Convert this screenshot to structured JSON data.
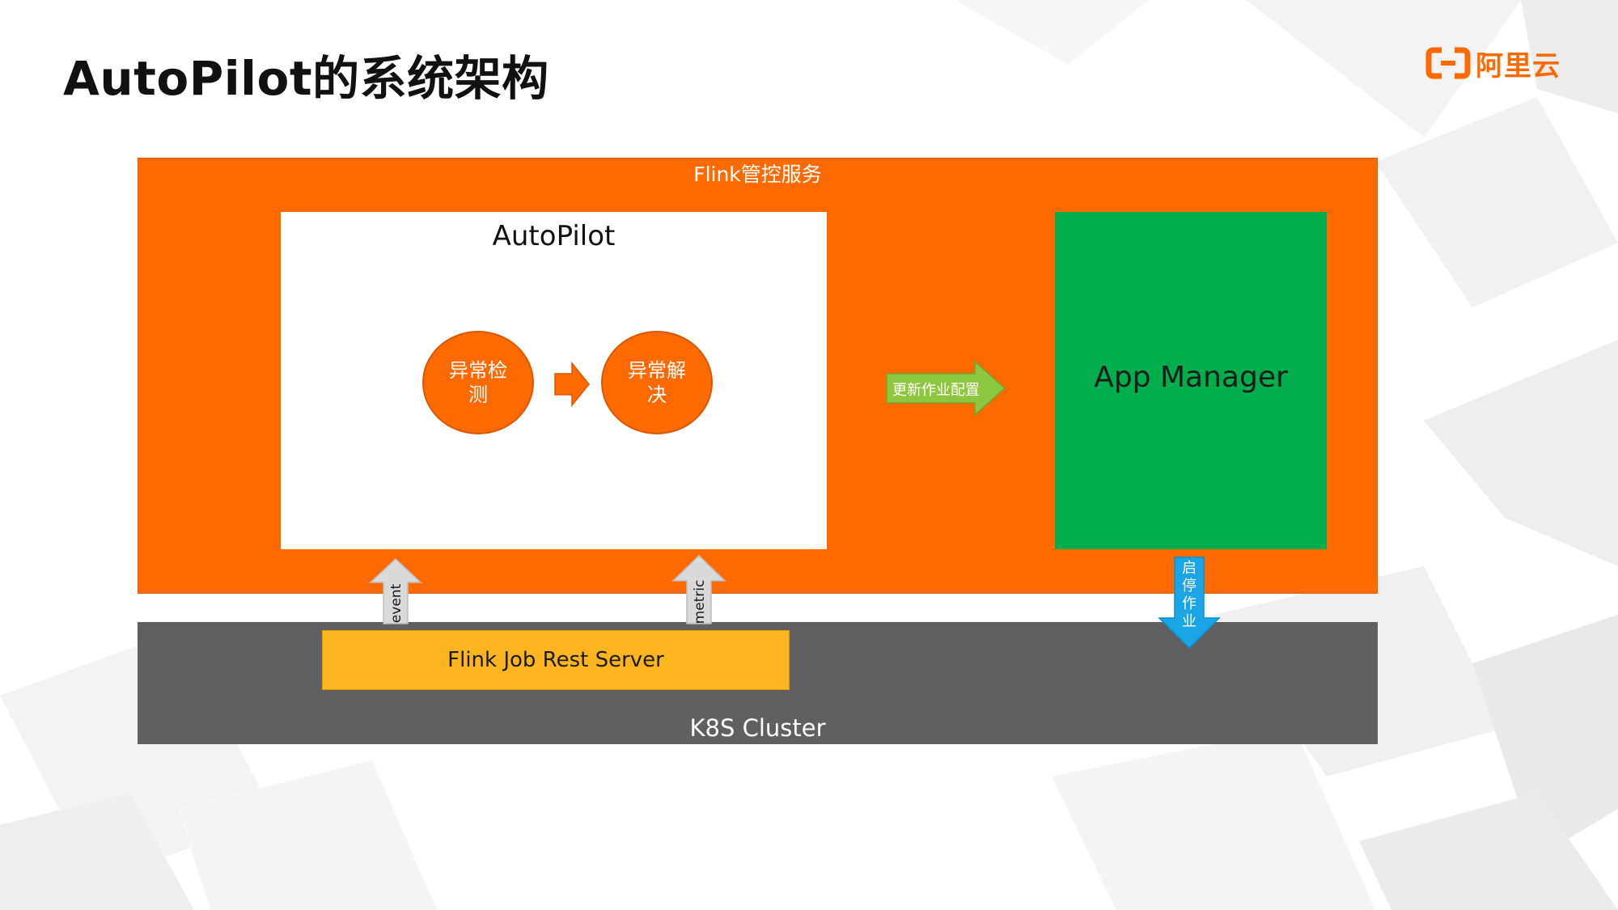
{
  "slide": {
    "title": "AutoPilot的系统架构",
    "logo_text": "阿里云",
    "logo_icon": "aliyun-bracket-icon",
    "accent_color": "#ff6a00"
  },
  "diagram": {
    "flink_service": {
      "label": "Flink管控服务",
      "color": "#ff6a00"
    },
    "autopilot": {
      "label": "AutoPilot",
      "detect_label": "异常检测",
      "resolve_label": "异常解决"
    },
    "app_manager": {
      "label": "App Manager",
      "color": "#00ae4d"
    },
    "k8s": {
      "label": "K8S Cluster",
      "color": "#606060"
    },
    "rest_server": {
      "label": "Flink Job Rest Server",
      "color": "#fcb51f"
    },
    "edges": {
      "update_config": "更新作业配置",
      "start_stop": "启停作业",
      "event": "event",
      "metric": "metric"
    }
  }
}
